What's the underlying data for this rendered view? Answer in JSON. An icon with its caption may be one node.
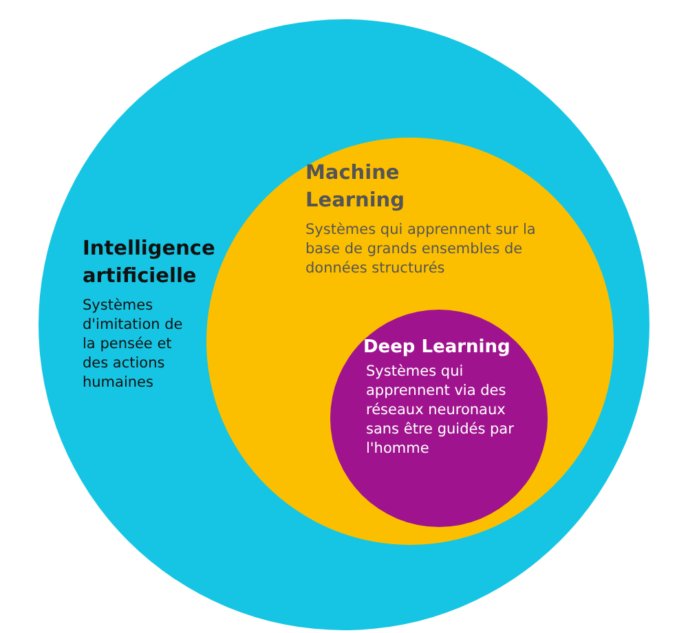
{
  "diagram": {
    "nodes": [
      {
        "text": [
          "Intelligence artificielle",
          "Systèmes d'imitation de la pensée et des actions humaines"
        ]
      },
      {
        "text": [
          "Machine Learning",
          "Systèmes qui apprennent sur la base de grands ensembles de données structurés"
        ],
        "in": 0
      },
      {
        "text": [
          "Deep Learning",
          "Systèmes qui apprennent via des réseaux neuronaux sans être guidés par l'homme"
        ],
        "in": 1
      }
    ],
    "edges": []
  }
}
